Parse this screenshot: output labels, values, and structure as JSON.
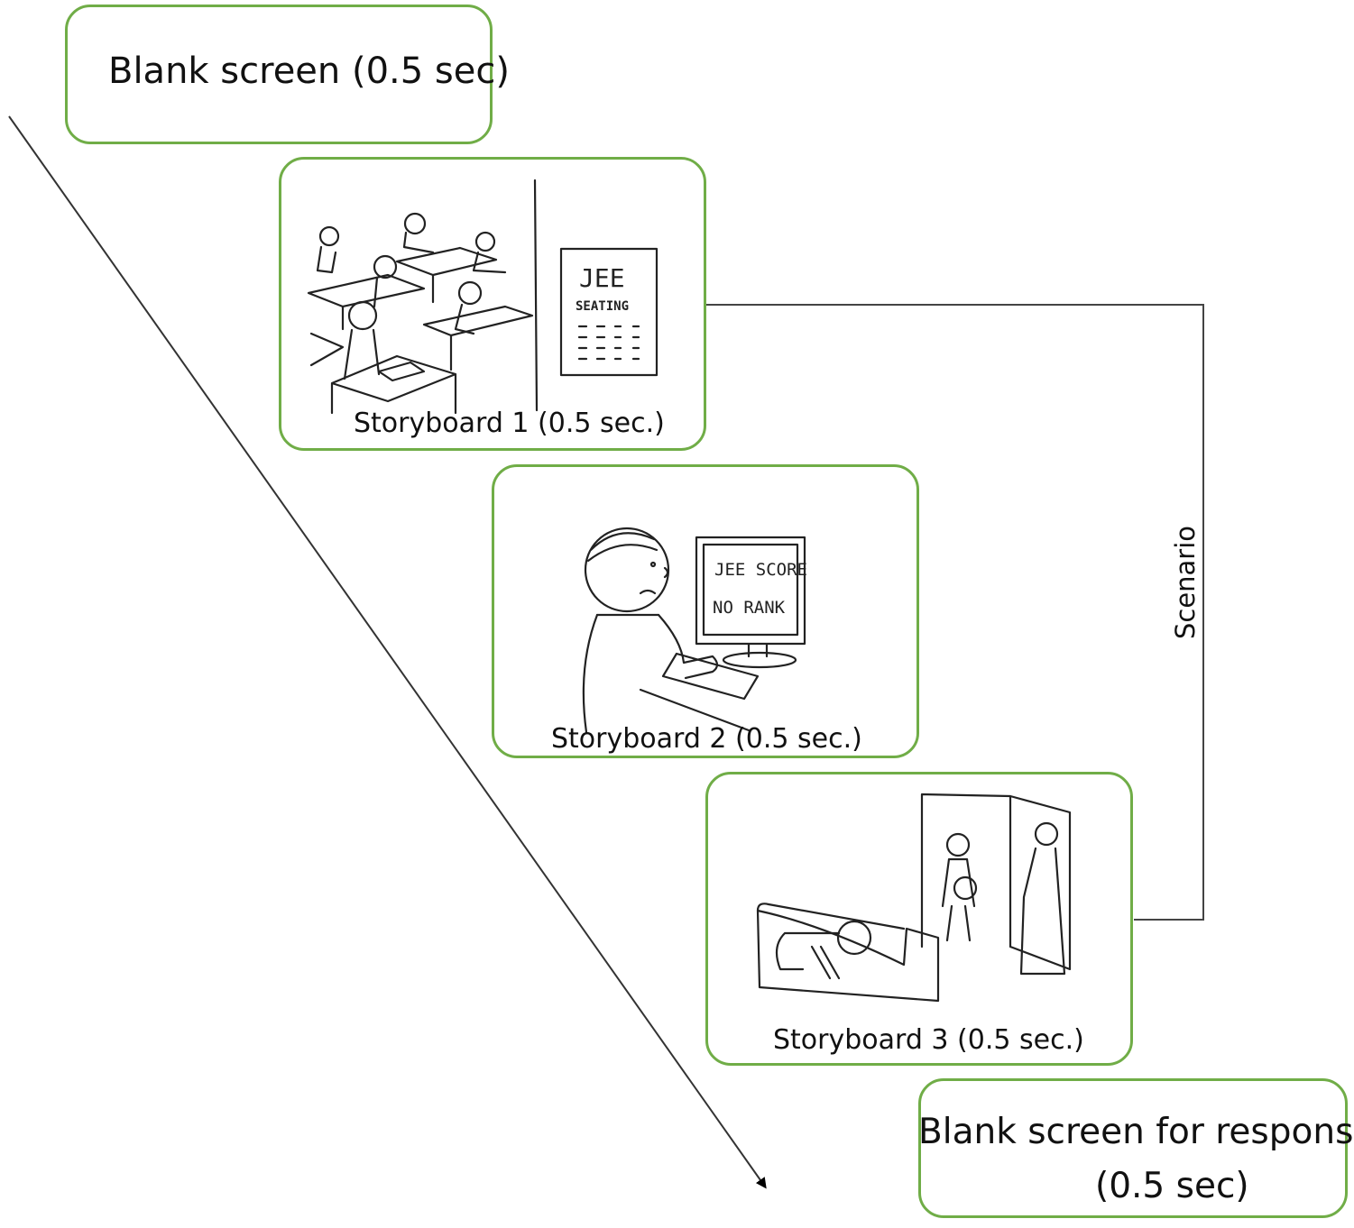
{
  "diagram": {
    "type": "sequential-trial-flow",
    "accent_color": "#70ad47",
    "time_arrow": {
      "direction": "top-left to bottom-right",
      "meaning": "time"
    },
    "steps": [
      {
        "id": "blank-1",
        "label": "Blank screen (0.5 sec)",
        "illustration": "none"
      },
      {
        "id": "storyboard-1",
        "label": "Storyboard 1 (0.5 sec.)",
        "illustration": "classroom-exam",
        "illustration_texts": [
          "JEE",
          "SEATING"
        ]
      },
      {
        "id": "storyboard-2",
        "label": "Storyboard 2 (0.5 sec.)",
        "illustration": "student-at-computer",
        "illustration_texts": [
          "JEE SCORE",
          "NO RANK"
        ]
      },
      {
        "id": "storyboard-3",
        "label": "Storyboard 3 (0.5 sec.)",
        "illustration": "hiding-behind-sofa-family-at-door",
        "illustration_texts": []
      },
      {
        "id": "blank-response",
        "label_line1": "Blank screen for response",
        "label_line2": "(0.5 sec)",
        "illustration": "none"
      }
    ],
    "bracket": {
      "label": "Scenario",
      "spans": [
        "storyboard-1",
        "storyboard-2",
        "storyboard-3"
      ]
    }
  }
}
